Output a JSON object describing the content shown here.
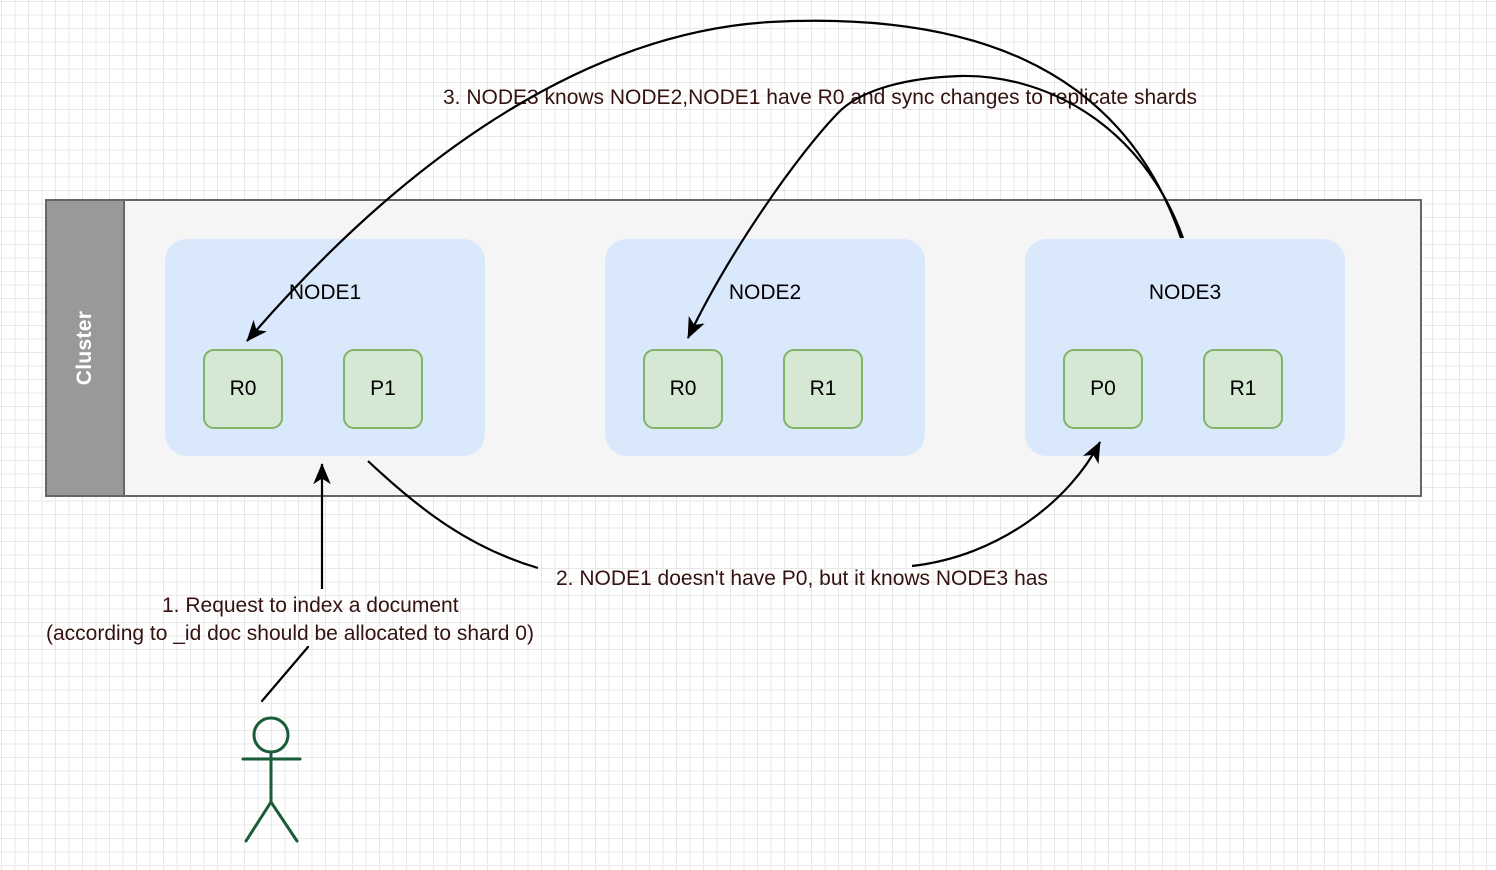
{
  "diagram": {
    "title": "Elasticsearch cluster indexing flow",
    "cluster": {
      "label": "Cluster",
      "nodes": [
        {
          "id": "node1",
          "label": "NODE1",
          "shards": [
            {
              "label": "R0",
              "kind": "replica"
            },
            {
              "label": "P1",
              "kind": "primary"
            }
          ]
        },
        {
          "id": "node2",
          "label": "NODE2",
          "shards": [
            {
              "label": "R0",
              "kind": "replica"
            },
            {
              "label": "R1",
              "kind": "replica"
            }
          ]
        },
        {
          "id": "node3",
          "label": "NODE3",
          "shards": [
            {
              "label": "P0",
              "kind": "primary"
            },
            {
              "label": "R1",
              "kind": "replica"
            }
          ]
        }
      ]
    },
    "annotations": {
      "step1_line1": "1. Request to index a document",
      "step1_line2": "(according to _id doc should be allocated to shard 0)",
      "step2": "2. NODE1 doesn't have P0, but it knows NODE3 has",
      "step3": "3. NODE3 knows NODE2,NODE1 have R0 and sync changes to replicate shards"
    },
    "actor": {
      "name": "stick-figure-user"
    },
    "colors": {
      "node_fill": "#dae8fc",
      "shard_fill": "#d5e8d4",
      "shard_stroke": "#82b366",
      "cluster_fill": "#f5f5f5",
      "cluster_tab_fill": "#999999",
      "cluster_stroke": "#666666",
      "annotation_text": "#33120f",
      "actor_stroke": "#1a5c38",
      "arrow_stroke": "#000000"
    }
  }
}
